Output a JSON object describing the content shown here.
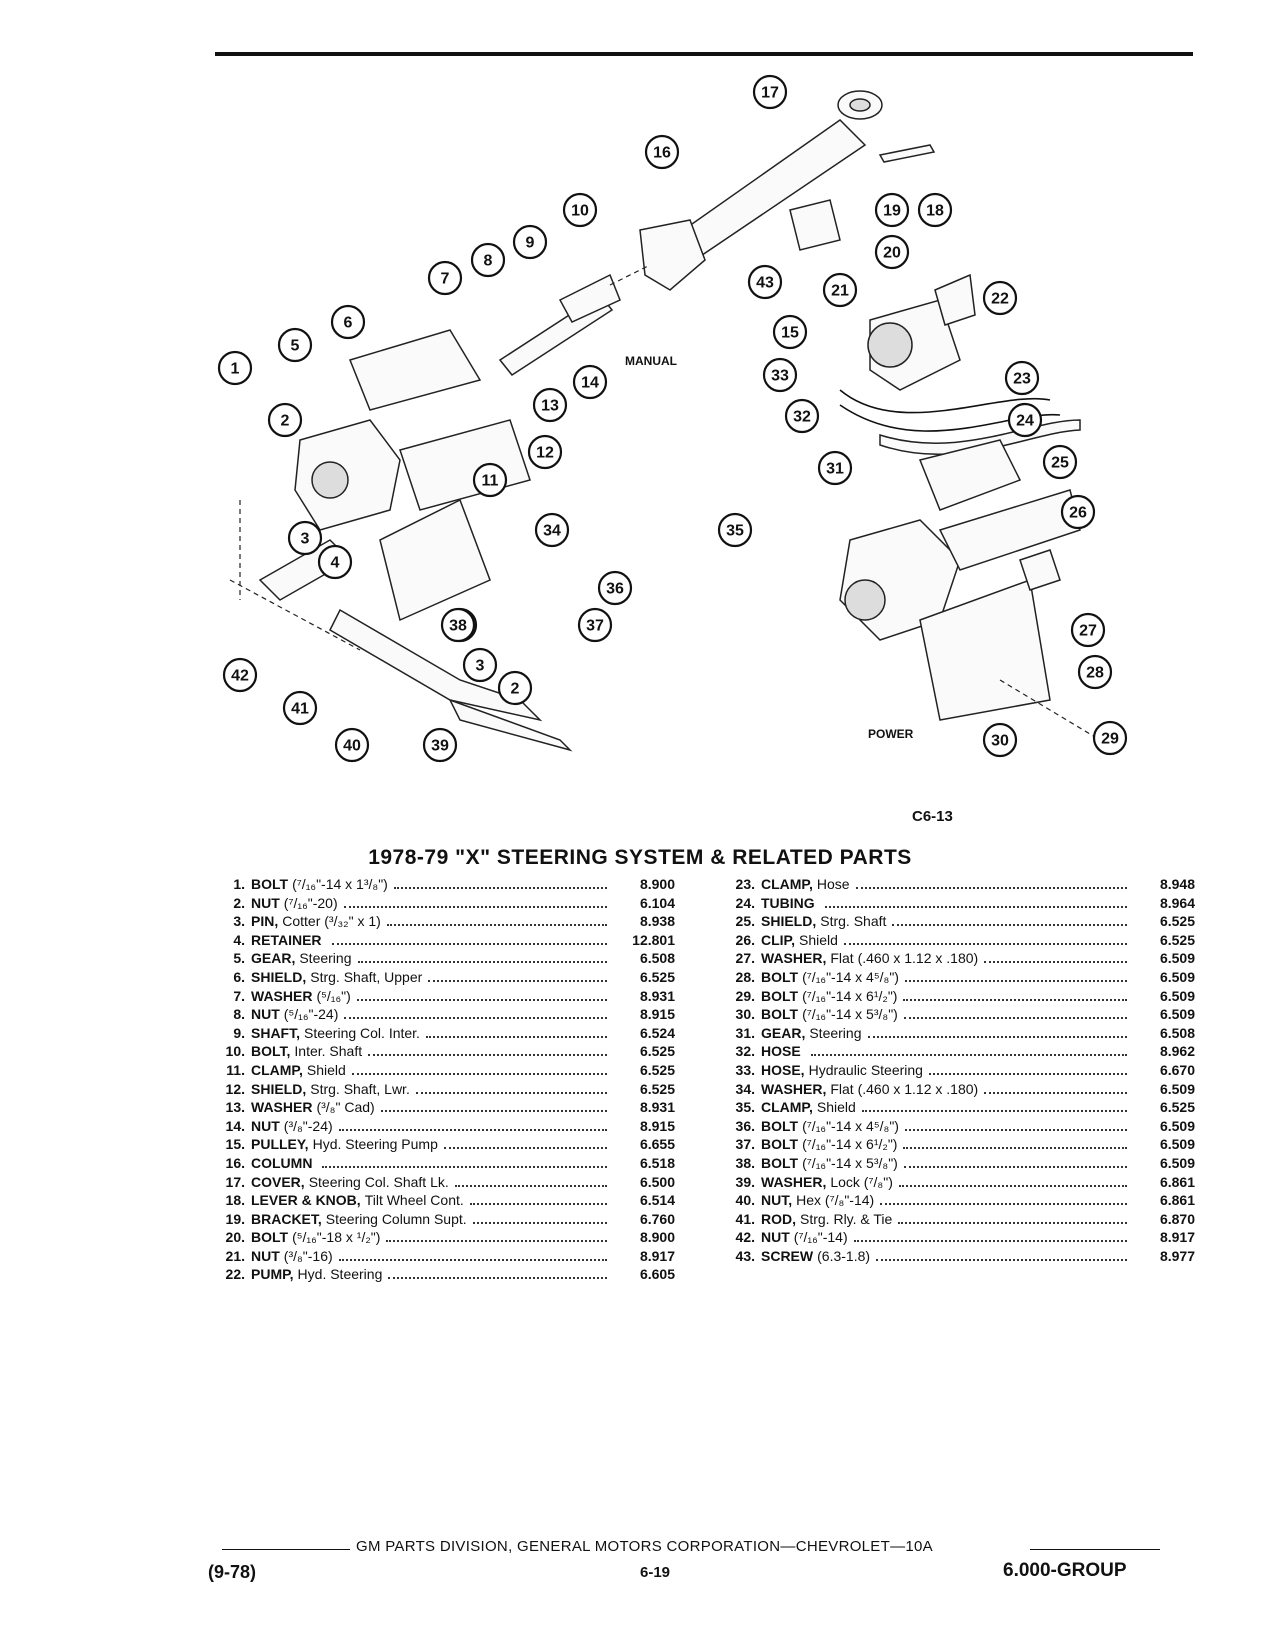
{
  "figure": {
    "code": "C6-13",
    "label_manual": "MANUAL",
    "label_power": "POWER",
    "callouts": [
      "1",
      "2",
      "3",
      "4",
      "5",
      "6",
      "7",
      "8",
      "9",
      "10",
      "11",
      "12",
      "13",
      "14",
      "15",
      "16",
      "17",
      "18",
      "19",
      "20",
      "21",
      "22",
      "23",
      "24",
      "25",
      "26",
      "27",
      "28",
      "29",
      "30",
      "31",
      "32",
      "33",
      "34",
      "35",
      "36",
      "37",
      "38",
      "39",
      "40",
      "41",
      "42",
      "43",
      "38",
      "3",
      "2"
    ]
  },
  "title": "1978-79 \"X\" STEERING SYSTEM & RELATED PARTS",
  "parts_left": [
    {
      "num": "1.",
      "name": "BOLT",
      "desc": "(⁷/₁₆\"-14 x 1³/₈\")",
      "code": "8.900"
    },
    {
      "num": "2.",
      "name": "NUT",
      "desc": "(⁷/₁₆\"-20)",
      "code": "6.104"
    },
    {
      "num": "3.",
      "name": "PIN,",
      "desc": "Cotter (³/₃₂\" x 1)",
      "code": "8.938"
    },
    {
      "num": "4.",
      "name": "RETAINER",
      "desc": "",
      "code": "12.801"
    },
    {
      "num": "5.",
      "name": "GEAR,",
      "desc": "Steering",
      "code": "6.508"
    },
    {
      "num": "6.",
      "name": "SHIELD,",
      "desc": "Strg. Shaft, Upper",
      "code": "6.525"
    },
    {
      "num": "7.",
      "name": "WASHER",
      "desc": "(⁵/₁₆\")",
      "code": "8.931"
    },
    {
      "num": "8.",
      "name": "NUT",
      "desc": "(⁵/₁₆\"-24)",
      "code": "8.915"
    },
    {
      "num": "9.",
      "name": "SHAFT,",
      "desc": "Steering Col. Inter.",
      "code": "6.524"
    },
    {
      "num": "10.",
      "name": "BOLT,",
      "desc": "Inter. Shaft",
      "code": "6.525"
    },
    {
      "num": "11.",
      "name": "CLAMP,",
      "desc": "Shield",
      "code": "6.525"
    },
    {
      "num": "12.",
      "name": "SHIELD,",
      "desc": "Strg. Shaft, Lwr.",
      "code": "6.525"
    },
    {
      "num": "13.",
      "name": "WASHER",
      "desc": "(³/₈\" Cad)",
      "code": "8.931"
    },
    {
      "num": "14.",
      "name": "NUT",
      "desc": "(³/₈\"-24)",
      "code": "8.915"
    },
    {
      "num": "15.",
      "name": "PULLEY,",
      "desc": "Hyd. Steering Pump",
      "code": "6.655"
    },
    {
      "num": "16.",
      "name": "COLUMN",
      "desc": "",
      "code": "6.518"
    },
    {
      "num": "17.",
      "name": "COVER,",
      "desc": "Steering Col. Shaft Lk.",
      "code": "6.500"
    },
    {
      "num": "18.",
      "name": "LEVER & KNOB,",
      "desc": "Tilt Wheel Cont.",
      "code": "6.514"
    },
    {
      "num": "19.",
      "name": "BRACKET,",
      "desc": "Steering Column Supt.",
      "code": "6.760"
    },
    {
      "num": "20.",
      "name": "BOLT",
      "desc": "(⁵/₁₆\"-18 x ¹/₂\")",
      "code": "8.900"
    },
    {
      "num": "21.",
      "name": "NUT",
      "desc": "(³/₈\"-16)",
      "code": "8.917"
    },
    {
      "num": "22.",
      "name": "PUMP,",
      "desc": "Hyd. Steering",
      "code": "6.605"
    }
  ],
  "parts_right": [
    {
      "num": "23.",
      "name": "CLAMP,",
      "desc": "Hose",
      "code": "8.948"
    },
    {
      "num": "24.",
      "name": "TUBING",
      "desc": "",
      "code": "8.964"
    },
    {
      "num": "25.",
      "name": "SHIELD,",
      "desc": "Strg. Shaft",
      "code": "6.525"
    },
    {
      "num": "26.",
      "name": "CLIP,",
      "desc": "Shield",
      "code": "6.525"
    },
    {
      "num": "27.",
      "name": "WASHER,",
      "desc": "Flat (.460 x 1.12 x .180)",
      "code": "6.509"
    },
    {
      "num": "28.",
      "name": "BOLT",
      "desc": "(⁷/₁₆\"-14 x 4⁵/₈\")",
      "code": "6.509"
    },
    {
      "num": "29.",
      "name": "BOLT",
      "desc": "(⁷/₁₆\"-14 x 6¹/₂\")",
      "code": "6.509"
    },
    {
      "num": "30.",
      "name": "BOLT",
      "desc": "(⁷/₁₆\"-14 x 5³/₈\")",
      "code": "6.509"
    },
    {
      "num": "31.",
      "name": "GEAR,",
      "desc": "Steering",
      "code": "6.508"
    },
    {
      "num": "32.",
      "name": "HOSE",
      "desc": "",
      "code": "8.962"
    },
    {
      "num": "33.",
      "name": "HOSE,",
      "desc": "Hydraulic Steering",
      "code": "6.670"
    },
    {
      "num": "34.",
      "name": "WASHER,",
      "desc": "Flat (.460 x 1.12 x .180)",
      "code": "6.509"
    },
    {
      "num": "35.",
      "name": "CLAMP,",
      "desc": "Shield",
      "code": "6.525"
    },
    {
      "num": "36.",
      "name": "BOLT",
      "desc": "(⁷/₁₆\"-14 x 4⁵/₈\")",
      "code": "6.509"
    },
    {
      "num": "37.",
      "name": "BOLT",
      "desc": "(⁷/₁₆\"-14 x 6¹/₂\")",
      "code": "6.509"
    },
    {
      "num": "38.",
      "name": "BOLT",
      "desc": "(⁷/₁₆\"-14 x 5³/₈\")",
      "code": "6.509"
    },
    {
      "num": "39.",
      "name": "WASHER,",
      "desc": "Lock (⁷/₈\")",
      "code": "6.861"
    },
    {
      "num": "40.",
      "name": "NUT,",
      "desc": "Hex (⁷/₈\"-14)",
      "code": "6.861"
    },
    {
      "num": "41.",
      "name": "ROD,",
      "desc": "Strg. Rly. & Tie",
      "code": "6.870"
    },
    {
      "num": "42.",
      "name": "NUT",
      "desc": "(⁷/₁₆\"-14)",
      "code": "8.917"
    },
    {
      "num": "43.",
      "name": "SCREW",
      "desc": "(6.3-1.8)",
      "code": "8.977"
    }
  ],
  "footer": {
    "center": "GM PARTS DIVISION, GENERAL MOTORS CORPORATION—CHEVROLET—10A",
    "date": "(9-78)",
    "page": "6-19",
    "group": "6.000-GROUP"
  }
}
